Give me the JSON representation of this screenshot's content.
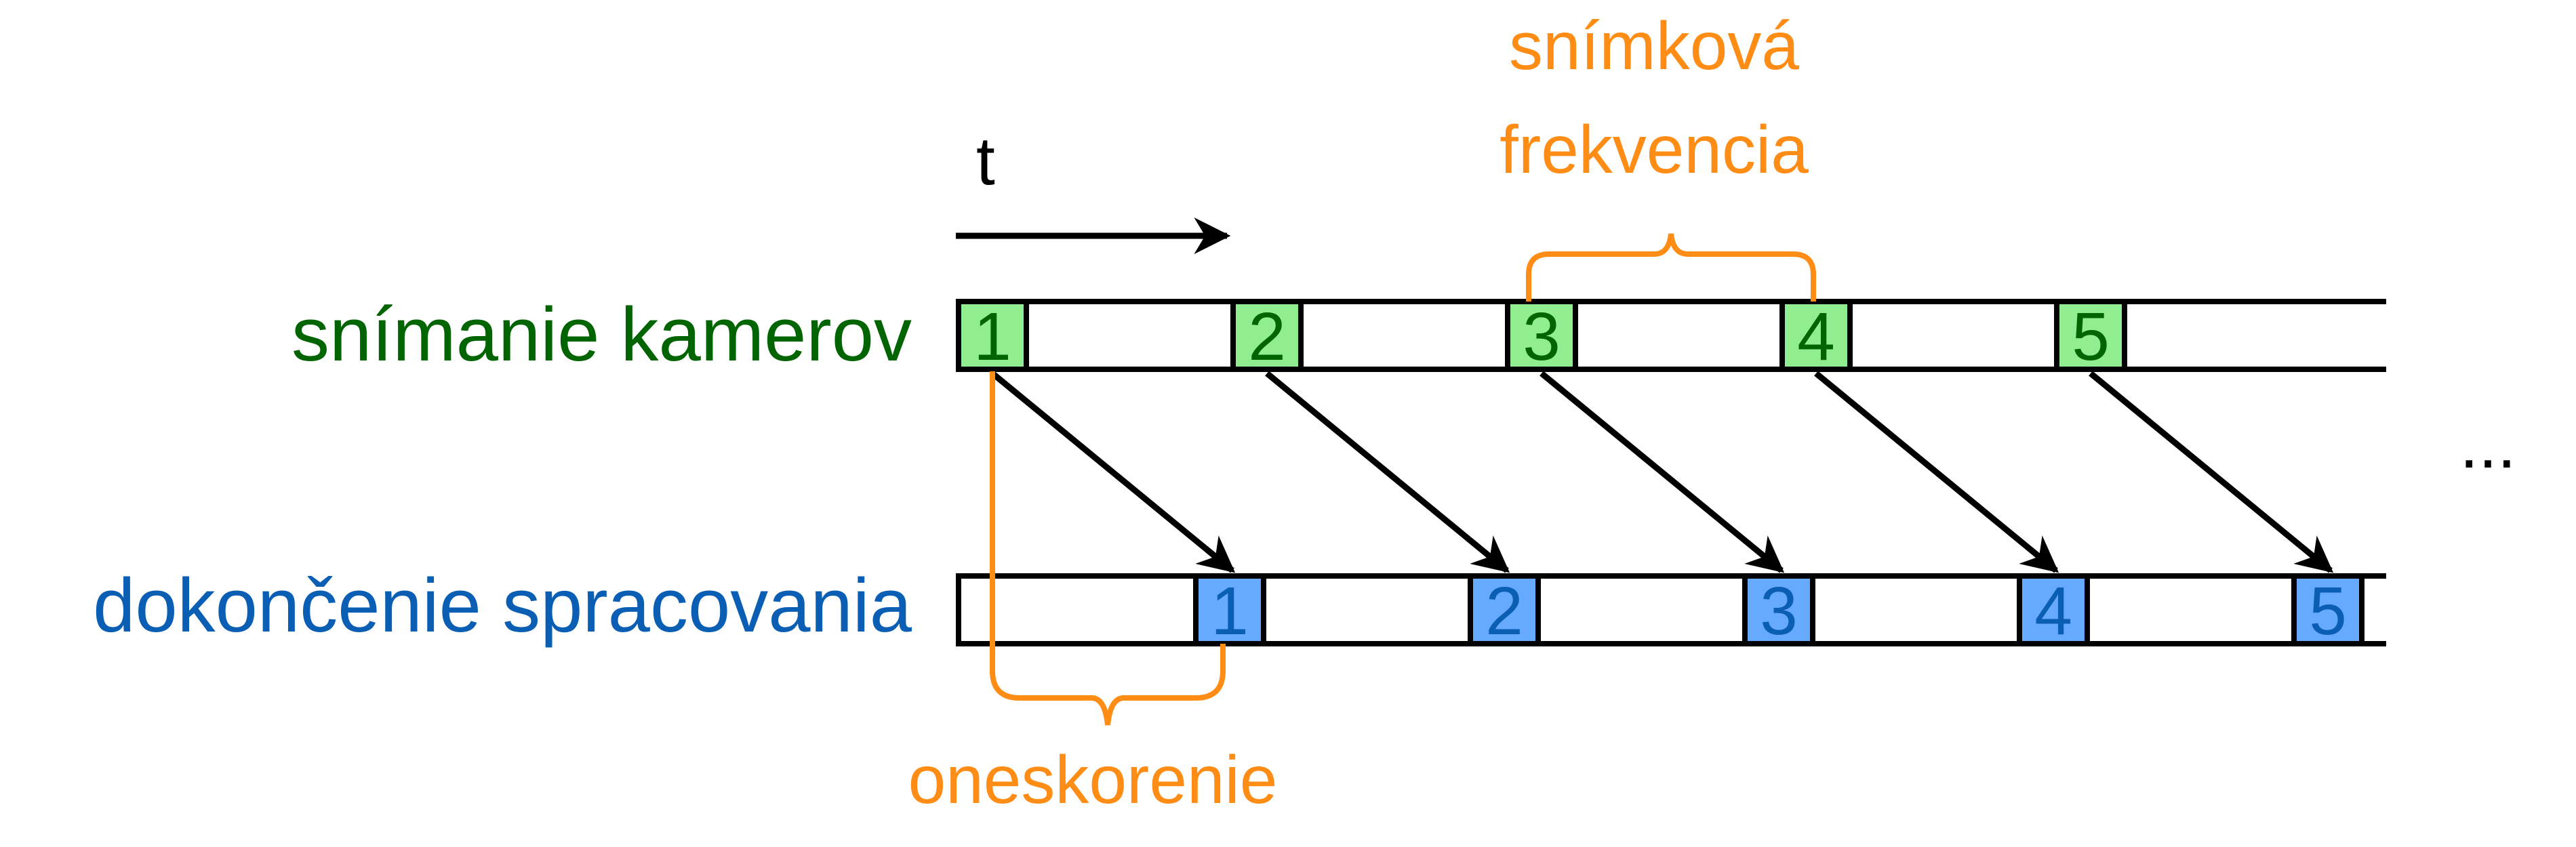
{
  "time_label": "t",
  "capture_row": {
    "label": "snímanie kamerov",
    "frames": [
      "1",
      "2",
      "3",
      "4",
      "5"
    ]
  },
  "processing_row": {
    "label": "dokončenie spracovania",
    "frames": [
      "1",
      "2",
      "3",
      "4",
      "5"
    ]
  },
  "frame_rate_annotation": {
    "line1": "snímková",
    "line2": "frekvencia"
  },
  "latency_annotation": "oneskorenie",
  "ellipsis": "...",
  "colors": {
    "capture_fill": "#90ee90",
    "capture_text": "#006400",
    "processing_fill": "#66aaff",
    "processing_text": "#0a5fb4",
    "annotation": "#ff8c14",
    "ink": "#000000"
  }
}
